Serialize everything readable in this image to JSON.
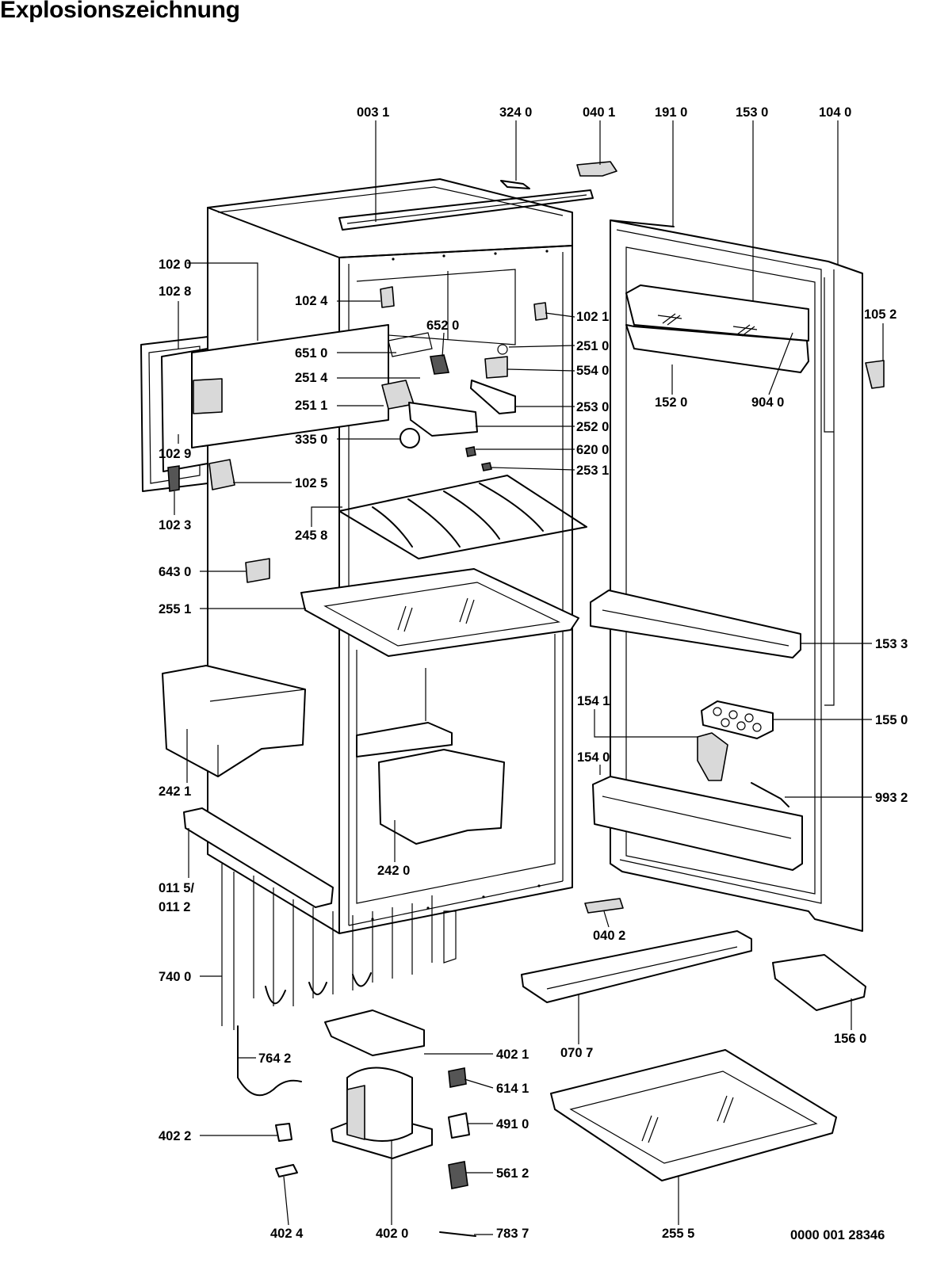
{
  "page": {
    "title": "Explosionszeichnung",
    "drawing_number": "0000 001 28346"
  },
  "parts": [
    {
      "id": "p0031",
      "label": "003 1"
    },
    {
      "id": "p3240",
      "label": "324 0"
    },
    {
      "id": "p0401",
      "label": "040 1"
    },
    {
      "id": "p1910",
      "label": "191 0"
    },
    {
      "id": "p1530",
      "label": "153 0"
    },
    {
      "id": "p1040",
      "label": "104 0"
    },
    {
      "id": "p1020",
      "label": "102 0"
    },
    {
      "id": "p1028",
      "label": "102 8"
    },
    {
      "id": "p1024",
      "label": "102 4"
    },
    {
      "id": "p1021",
      "label": "102 1"
    },
    {
      "id": "p1052",
      "label": "105 2"
    },
    {
      "id": "p6520",
      "label": "652 0"
    },
    {
      "id": "p6510",
      "label": "651 0"
    },
    {
      "id": "p2510",
      "label": "251 0"
    },
    {
      "id": "p2514",
      "label": "251 4"
    },
    {
      "id": "p5540",
      "label": "554 0"
    },
    {
      "id": "p1520",
      "label": "152 0"
    },
    {
      "id": "p9040",
      "label": "904 0"
    },
    {
      "id": "p2511",
      "label": "251 1"
    },
    {
      "id": "p2530",
      "label": "253 0"
    },
    {
      "id": "p2520",
      "label": "252 0"
    },
    {
      "id": "p3350",
      "label": "335 0"
    },
    {
      "id": "p1029",
      "label": "102 9"
    },
    {
      "id": "p6200",
      "label": "620 0"
    },
    {
      "id": "p2531",
      "label": "253 1"
    },
    {
      "id": "p1025",
      "label": "102 5"
    },
    {
      "id": "p1023",
      "label": "102 3"
    },
    {
      "id": "p2458",
      "label": "245 8"
    },
    {
      "id": "p6430",
      "label": "643 0"
    },
    {
      "id": "p2551",
      "label": "255 1"
    },
    {
      "id": "p1533",
      "label": "153 3"
    },
    {
      "id": "p1541",
      "label": "154 1"
    },
    {
      "id": "p1550",
      "label": "155 0"
    },
    {
      "id": "p1540",
      "label": "154 0"
    },
    {
      "id": "p2421",
      "label": "242 1"
    },
    {
      "id": "p9932",
      "label": "993 2"
    },
    {
      "id": "p0115",
      "label": "011 5/"
    },
    {
      "id": "p0112",
      "label": "011 2"
    },
    {
      "id": "p2420",
      "label": "242 0"
    },
    {
      "id": "p0402",
      "label": "040 2"
    },
    {
      "id": "p7400",
      "label": "740 0"
    },
    {
      "id": "p1560",
      "label": "156 0"
    },
    {
      "id": "p7642",
      "label": "764 2"
    },
    {
      "id": "p4021",
      "label": "402 1"
    },
    {
      "id": "p0707",
      "label": "070 7"
    },
    {
      "id": "p6141",
      "label": "614 1"
    },
    {
      "id": "p4910",
      "label": "491 0"
    },
    {
      "id": "p4022",
      "label": "402 2"
    },
    {
      "id": "p5612",
      "label": "561 2"
    },
    {
      "id": "p4024",
      "label": "402 4"
    },
    {
      "id": "p4020",
      "label": "402 0"
    },
    {
      "id": "p7837",
      "label": "783 7"
    },
    {
      "id": "p2555",
      "label": "255 5"
    }
  ]
}
